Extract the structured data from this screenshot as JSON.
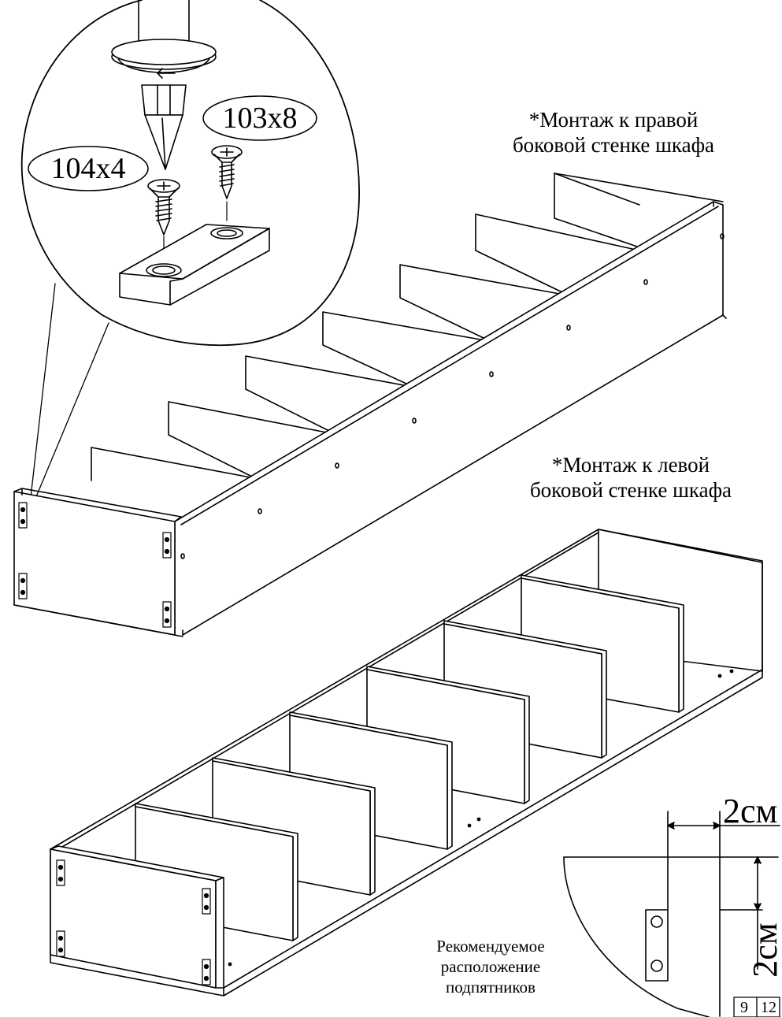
{
  "captions": {
    "right_mount": [
      "*Монтаж к правой",
      "боковой стенке шкафа"
    ],
    "left_mount": [
      "*Монтаж к левой",
      "боковой стенке шкафа"
    ]
  },
  "parts": {
    "screw_long": "103x8",
    "screw_short": "104x4"
  },
  "detail_note": [
    "Рекомендуемое",
    "расположение",
    "подпятников"
  ],
  "dimensions": {
    "horizontal": "2см",
    "vertical": "2см"
  },
  "page_number": {
    "current": "9",
    "total": "12"
  }
}
